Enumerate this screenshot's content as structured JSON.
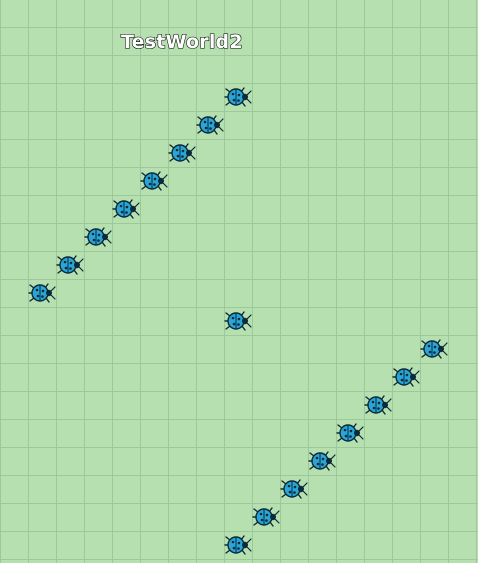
{
  "world": {
    "title": "TestWorld2"
  },
  "actors": [
    {
      "type": "bug",
      "icon": "bug-icon",
      "cell": [
        8,
        3
      ]
    },
    {
      "type": "bug",
      "icon": "bug-icon",
      "cell": [
        7,
        4
      ]
    },
    {
      "type": "bug",
      "icon": "bug-icon",
      "cell": [
        6,
        5
      ]
    },
    {
      "type": "bug",
      "icon": "bug-icon",
      "cell": [
        5,
        6
      ]
    },
    {
      "type": "bug",
      "icon": "bug-icon",
      "cell": [
        4,
        7
      ]
    },
    {
      "type": "bug",
      "icon": "bug-icon",
      "cell": [
        3,
        8
      ]
    },
    {
      "type": "bug",
      "icon": "bug-icon",
      "cell": [
        2,
        9
      ]
    },
    {
      "type": "bug",
      "icon": "bug-icon",
      "cell": [
        1,
        10
      ]
    },
    {
      "type": "bug",
      "icon": "bug-icon",
      "cell": [
        8,
        11
      ]
    },
    {
      "type": "bug",
      "icon": "bug-icon",
      "cell": [
        15,
        12
      ]
    },
    {
      "type": "bug",
      "icon": "bug-icon",
      "cell": [
        14,
        13
      ]
    },
    {
      "type": "bug",
      "icon": "bug-icon",
      "cell": [
        13,
        14
      ]
    },
    {
      "type": "bug",
      "icon": "bug-icon",
      "cell": [
        12,
        15
      ]
    },
    {
      "type": "bug",
      "icon": "bug-icon",
      "cell": [
        11,
        16
      ]
    },
    {
      "type": "bug",
      "icon": "bug-icon",
      "cell": [
        10,
        17
      ]
    },
    {
      "type": "bug",
      "icon": "bug-icon",
      "cell": [
        9,
        18
      ]
    },
    {
      "type": "bug",
      "icon": "bug-icon",
      "cell": [
        8,
        19
      ]
    }
  ],
  "colors": {
    "background": "#b6e0b0",
    "grid": "#9fc89a",
    "bug_body": "#2aa6d6",
    "bug_outline": "#0b2a3a"
  }
}
